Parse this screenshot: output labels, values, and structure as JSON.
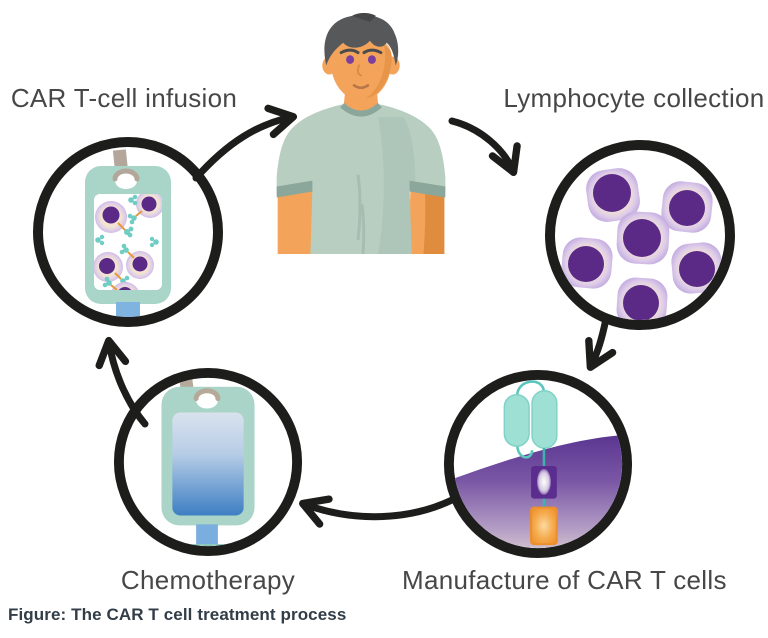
{
  "figure": {
    "caption": "Figure: The CAR T cell treatment process",
    "type": "cyclic-process-diagram"
  },
  "steps": {
    "infusion": {
      "label": "CAR T-cell infusion",
      "icon": "iv-bag-with-car-t-cells-icon"
    },
    "collection": {
      "label": "Lymphocyte collection",
      "icon": "lymphocyte-cells-icon"
    },
    "manufacture": {
      "label": "Manufacture of CAR T cells",
      "icon": "car-receptor-construct-icon"
    },
    "chemotherapy": {
      "label": "Chemotherapy",
      "icon": "chemotherapy-iv-bag-icon"
    }
  },
  "patient": {
    "icon": "patient-torso-icon"
  },
  "arrows": [
    {
      "from": "car-t-cell-infusion",
      "to": "patient"
    },
    {
      "from": "patient",
      "to": "lymphocyte-collection"
    },
    {
      "from": "lymphocyte-collection",
      "to": "manufacture-of-car-t-cells"
    },
    {
      "from": "manufacture-of-car-t-cells",
      "to": "chemotherapy"
    },
    {
      "from": "chemotherapy",
      "to": "car-t-cell-infusion"
    }
  ],
  "colors": {
    "ring_and_arrows": "#1d1d1b",
    "label_text": "#474747",
    "caption_text": "#323d47",
    "bag_teal": "#a9d5c9",
    "cell_nucleus_purple": "#5b2a87",
    "cell_cytoplasm_lavender": "#c6b0e0",
    "cell_cytoplasm_cream": "#f8ecd9",
    "membrane_purple": "#5a3591",
    "receptor_teal": "#9fe0d5",
    "signal_orange": "#ee8e2a",
    "chemo_fluid_blue": "#3d7ec2",
    "skin": "#f3a45a",
    "shirt": "#b8cec1",
    "hair": "#57585a"
  }
}
